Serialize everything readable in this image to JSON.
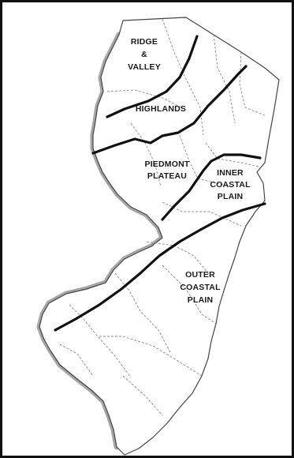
{
  "map": {
    "regions": [
      {
        "id": "ridge-valley",
        "lines": [
          "RIDGE",
          "&",
          "VALLEY"
        ]
      },
      {
        "id": "highlands",
        "lines": [
          "HIGHLANDS"
        ]
      },
      {
        "id": "piedmont",
        "lines": [
          "PIEDMONT",
          "PLATEAU"
        ]
      },
      {
        "id": "inner-coastal",
        "lines": [
          "INNER",
          "COASTAL",
          "PLAIN"
        ]
      },
      {
        "id": "outer-coastal",
        "lines": [
          "OUTER",
          "COASTAL",
          "PLAIN"
        ]
      }
    ],
    "colors": {
      "land": "#ffffff",
      "river": "#a6a6a6",
      "county_border": "#8c8c8c",
      "region_border": "#111111",
      "outline": "#444444"
    }
  }
}
